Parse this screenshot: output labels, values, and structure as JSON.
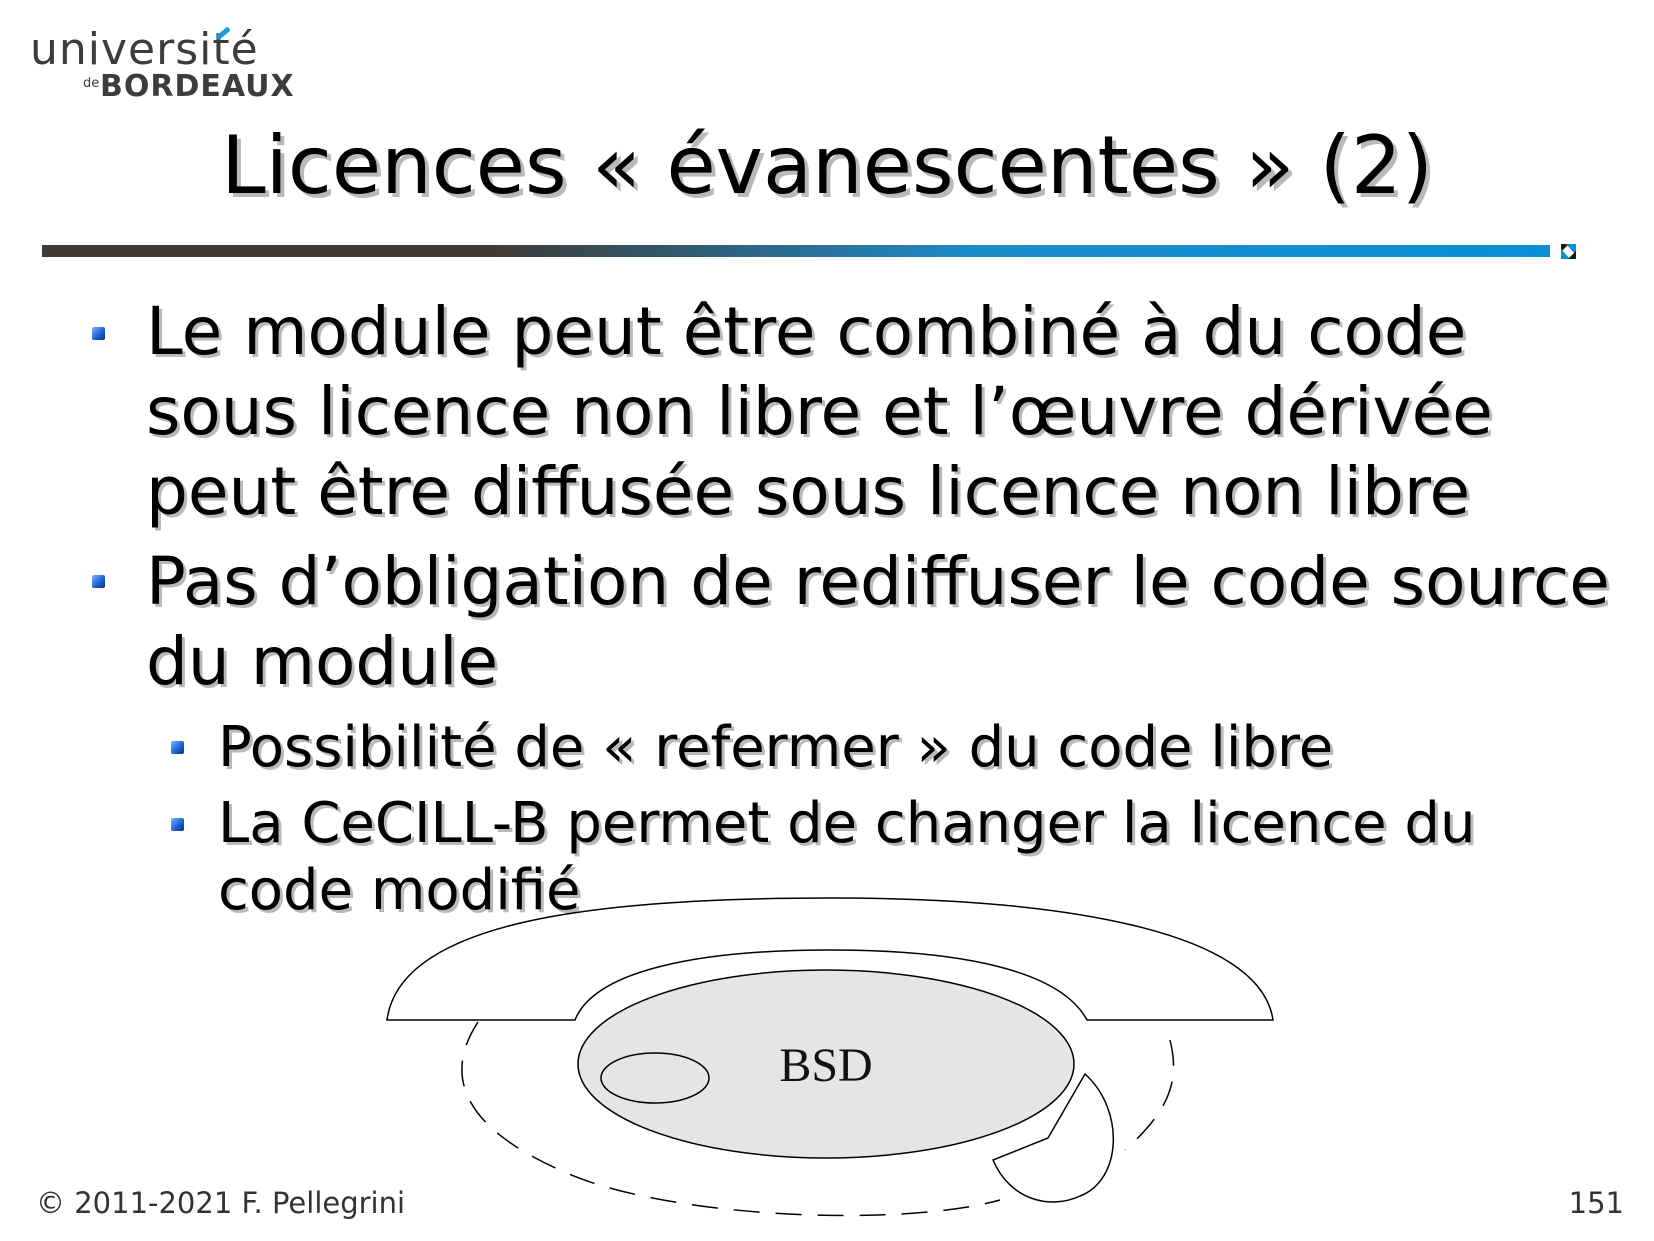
{
  "logo": {
    "line1": "université",
    "de": "de",
    "line2": "BORDEAUX"
  },
  "slide": {
    "title": "Licences « évanescentes » (2)",
    "bullets": [
      {
        "lines": [
          "Le module peut être combiné à du code",
          "sous licence non libre et l’œuvre dérivée",
          "peut être diffusée sous licence non libre"
        ]
      },
      {
        "lines": [
          "Pas d’obligation de rediffuser le code source",
          "du module"
        ],
        "sub": [
          {
            "lines": [
              "Possibilité de « refermer » du code libre"
            ]
          },
          {
            "lines": [
              "La CeCILL-B permet de changer la licence du",
              "code modifié"
            ]
          }
        ]
      }
    ]
  },
  "diagram": {
    "center_label": "BSD",
    "fill_color": "#e5e5e5"
  },
  "footer": {
    "copyright": "© 2011-2021 F. Pellegrini",
    "page_number": "151"
  },
  "colors": {
    "rule_dark": "#3e3a36",
    "rule_blue": "#0a8fd6",
    "bullet": "#1f63d8",
    "logo_accent": "#1a9ad6"
  }
}
